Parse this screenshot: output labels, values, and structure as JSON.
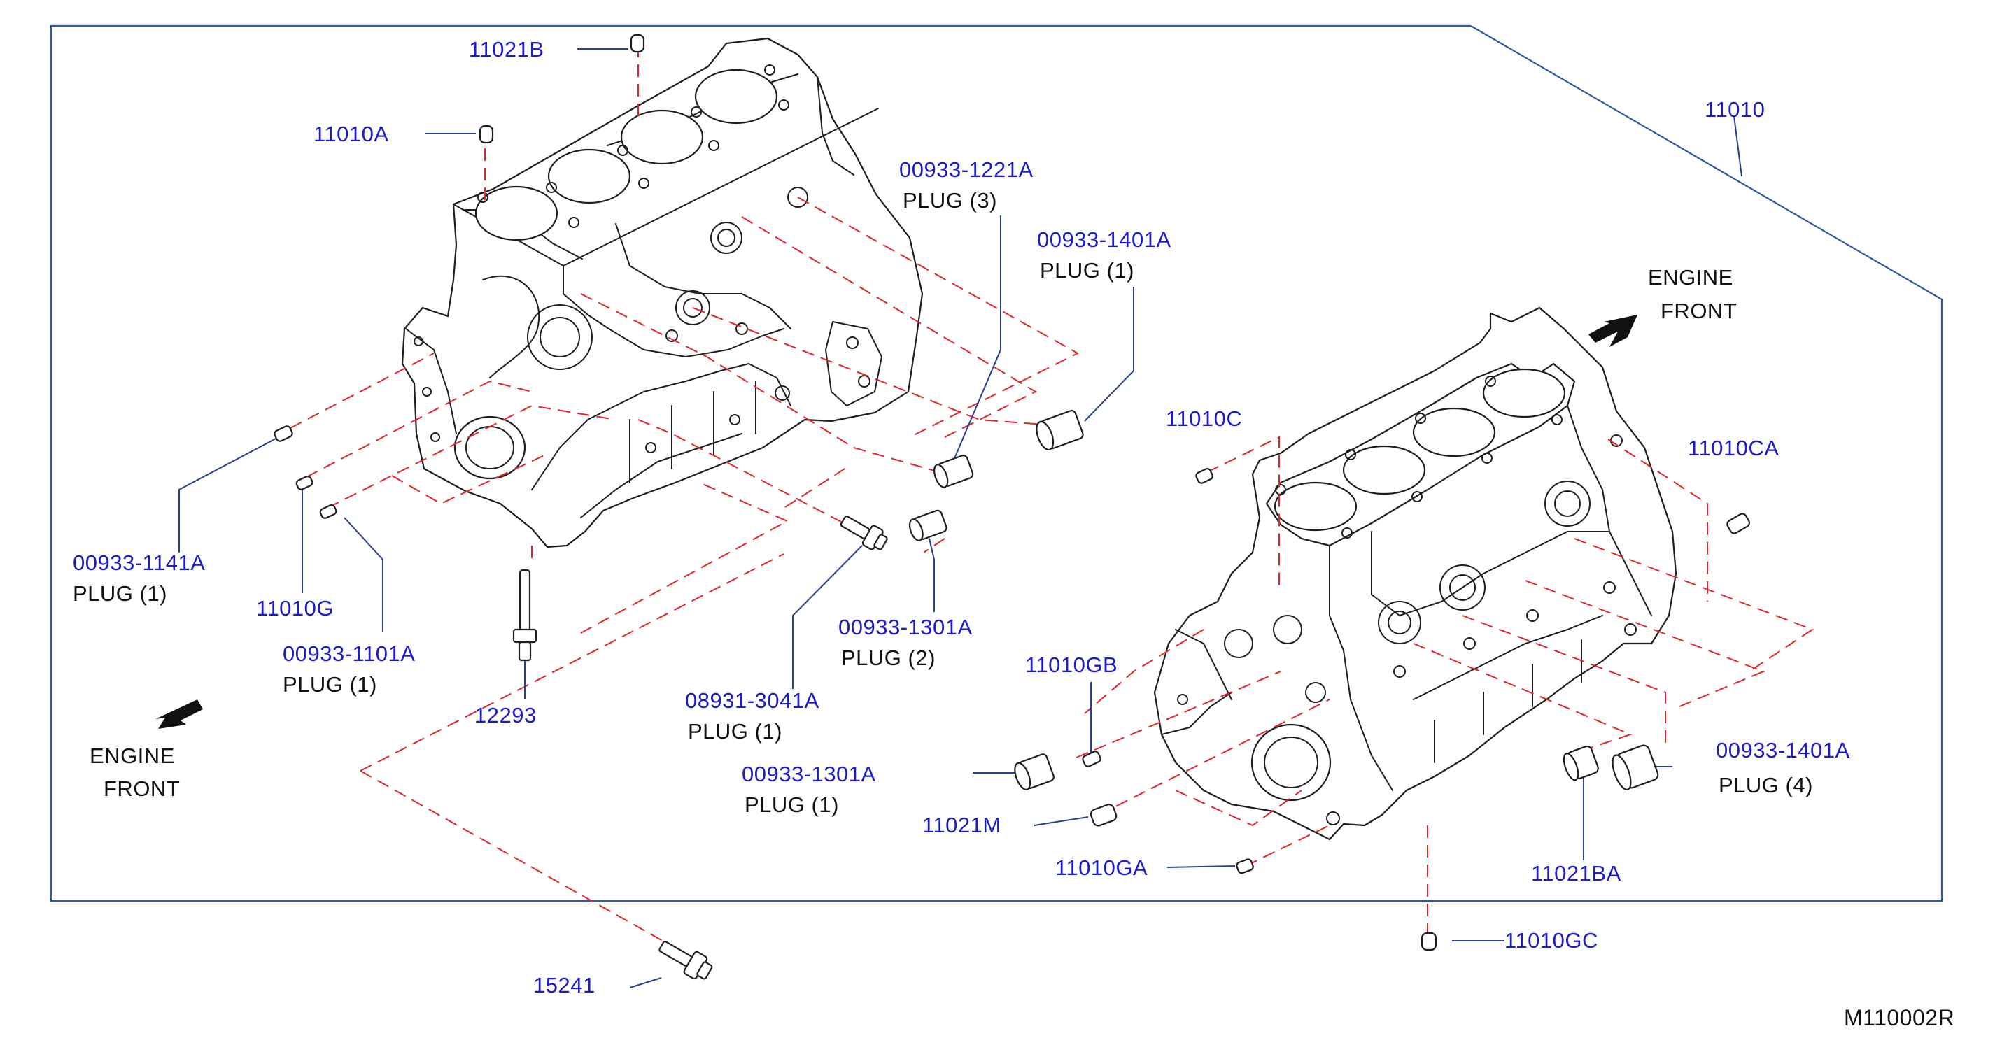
{
  "diagram_code": "M110002R",
  "engine_front_label": [
    "ENGINE",
    "FRONT"
  ],
  "parts": [
    {
      "id": "p-11021B",
      "number": "11021B",
      "desc": ""
    },
    {
      "id": "p-11010A",
      "number": "11010A",
      "desc": ""
    },
    {
      "id": "p-11010",
      "number": "11010",
      "desc": ""
    },
    {
      "id": "p-00933-1221A",
      "number": "00933-1221A",
      "desc": "PLUG  (3)"
    },
    {
      "id": "p-00933-1401A-top",
      "number": "00933-1401A",
      "desc": "PLUG  (1)"
    },
    {
      "id": "p-11010C",
      "number": "11010C",
      "desc": ""
    },
    {
      "id": "p-11010CA",
      "number": "11010CA",
      "desc": ""
    },
    {
      "id": "p-00933-1141A",
      "number": "00933-1141A",
      "desc": "PLUG  (1)"
    },
    {
      "id": "p-11010G",
      "number": "11010G",
      "desc": ""
    },
    {
      "id": "p-00933-1101A",
      "number": "00933-1101A",
      "desc": "PLUG  (1)"
    },
    {
      "id": "p-00933-1301A-a",
      "number": "00933-1301A",
      "desc": "PLUG  (2)"
    },
    {
      "id": "p-08931-3041A",
      "number": "08931-3041A",
      "desc": "PLUG  (1)"
    },
    {
      "id": "p-12293",
      "number": "12293",
      "desc": ""
    },
    {
      "id": "p-00933-1301A-b",
      "number": "00933-1301A",
      "desc": "PLUG  (1)"
    },
    {
      "id": "p-11010GB",
      "number": "11010GB",
      "desc": ""
    },
    {
      "id": "p-11021M",
      "number": "11021M",
      "desc": ""
    },
    {
      "id": "p-11010GA",
      "number": "11010GA",
      "desc": ""
    },
    {
      "id": "p-00933-1401A-bot",
      "number": "00933-1401A",
      "desc": "PLUG  (4)"
    },
    {
      "id": "p-11021BA",
      "number": "11021BA",
      "desc": ""
    },
    {
      "id": "p-11010GC",
      "number": "11010GC",
      "desc": ""
    },
    {
      "id": "p-15241",
      "number": "15241",
      "desc": ""
    }
  ],
  "colors": {
    "part_number": "#1c1ccc",
    "frame": "#2f58a8",
    "dashed_leader": "#e0262c",
    "outline": "#1e1e1e"
  }
}
